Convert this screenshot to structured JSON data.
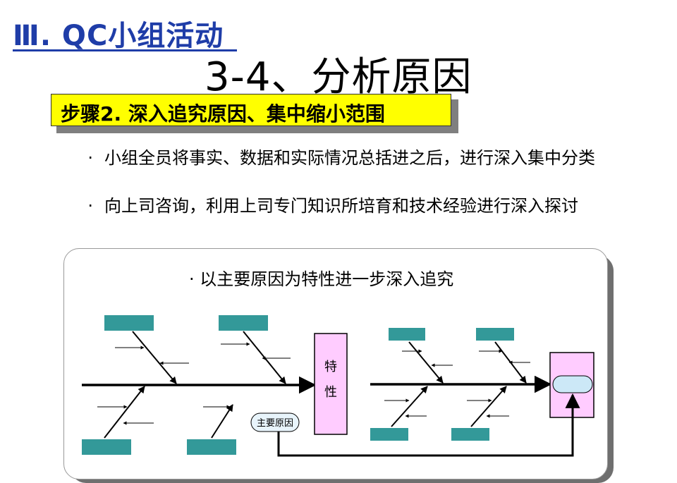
{
  "header": {
    "section_title": "Ⅲ. QC小组活动",
    "main_title": "3-4、分析原因"
  },
  "step": {
    "label": "步骤2. 深入追究原因、集中缩小范围"
  },
  "body": {
    "points": [
      {
        "bullet": "·",
        "text": "小组全员将事实、数据和实际情况总括进之后，进行深入集中分类"
      },
      {
        "bullet": "·",
        "text": "向上司咨询，利用上司专门知识所培育和技术经验进行深入探讨"
      }
    ]
  },
  "diagram": {
    "caption": "· 以主要原因为特性进一步深入追究",
    "characteristic_label_1": "特",
    "characteristic_label_2": "性",
    "main_cause_label": "主要原因",
    "colors": {
      "cause_box": "#339999",
      "effect_box": "#ffccff",
      "effect_inner": "#cce8f7",
      "spine": "#000000"
    }
  }
}
